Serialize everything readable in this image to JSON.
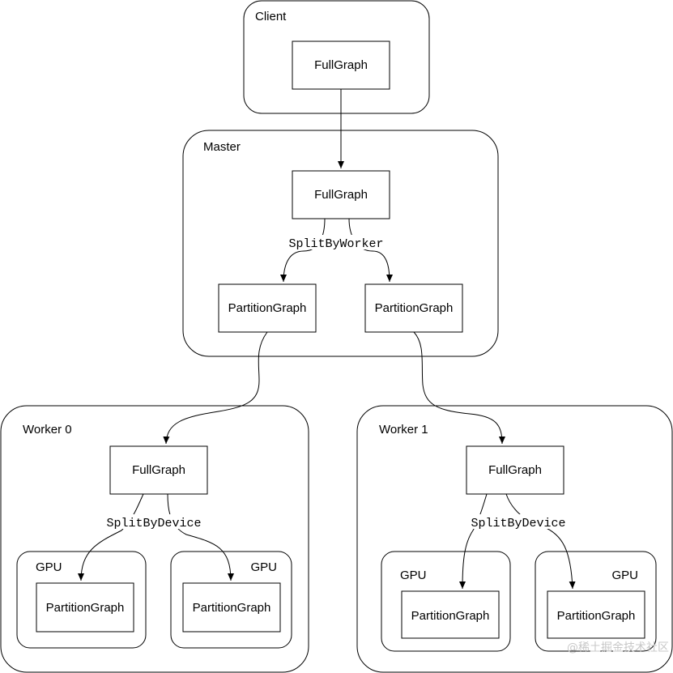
{
  "client": {
    "label": "Client",
    "graph": "FullGraph"
  },
  "master": {
    "label": "Master",
    "graph": "FullGraph",
    "split": "SplitByWorker",
    "partitions": [
      "PartitionGraph",
      "PartitionGraph"
    ]
  },
  "worker0": {
    "label": "Worker 0",
    "graph": "FullGraph",
    "split": "SplitByDevice",
    "gpus": [
      {
        "label": "GPU",
        "graph": "PartitionGraph"
      },
      {
        "label": "GPU",
        "graph": "PartitionGraph"
      }
    ]
  },
  "worker1": {
    "label": "Worker 1",
    "graph": "FullGraph",
    "split": "SplitByDevice",
    "gpus": [
      {
        "label": "GPU",
        "graph": "PartitionGraph"
      },
      {
        "label": "GPU",
        "graph": "PartitionGraph"
      }
    ]
  },
  "watermark": "@稀土掘金技术社区"
}
